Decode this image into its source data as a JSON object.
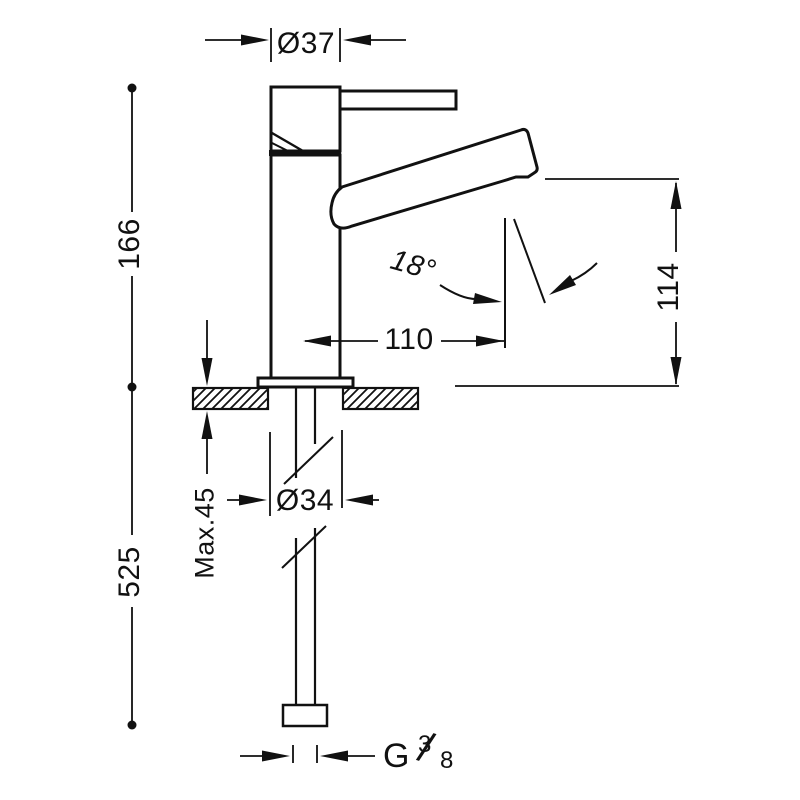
{
  "drawing": {
    "title": "single-lever basin mixer dimensional drawing",
    "background_color": "#ffffff",
    "line_color": "#111111",
    "labels": {
      "body_diameter_top": "Ø37",
      "height_above_counter": "166",
      "height_below_counter": "525",
      "counter_thickness_max": "Max.45",
      "mounting_hole_diameter": "Ø34",
      "spout_reach": "110",
      "spout_angle": "18°",
      "spout_height": "114",
      "thread": {
        "prefix": "G",
        "numerator": "3",
        "slash": "/",
        "denominator": "8"
      }
    }
  }
}
